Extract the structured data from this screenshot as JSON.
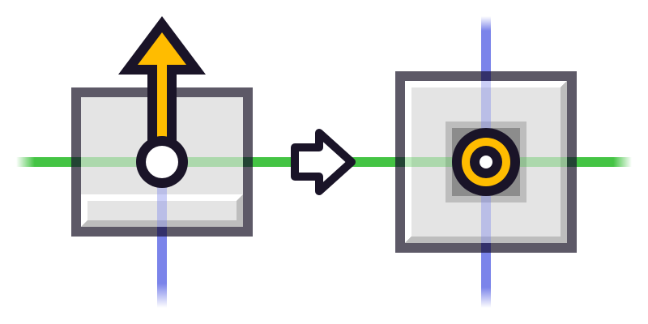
{
  "colors": {
    "frame": "#5d5967",
    "face": "#e4e4e4",
    "bevel_light": "#ffffff",
    "bevel_dark": "#bdbdbd",
    "outline": "#1a1428",
    "accent": "#ffbc00",
    "axis_x": "#44c444",
    "axis_y": "#7b84ea",
    "socket_outer": "#bdbdbd",
    "socket_inner": "#8c8c8c"
  },
  "icons": {
    "left": "box-with-up-arrow-pivot",
    "middle": "right-arrow",
    "right": "box-with-target-socket"
  }
}
